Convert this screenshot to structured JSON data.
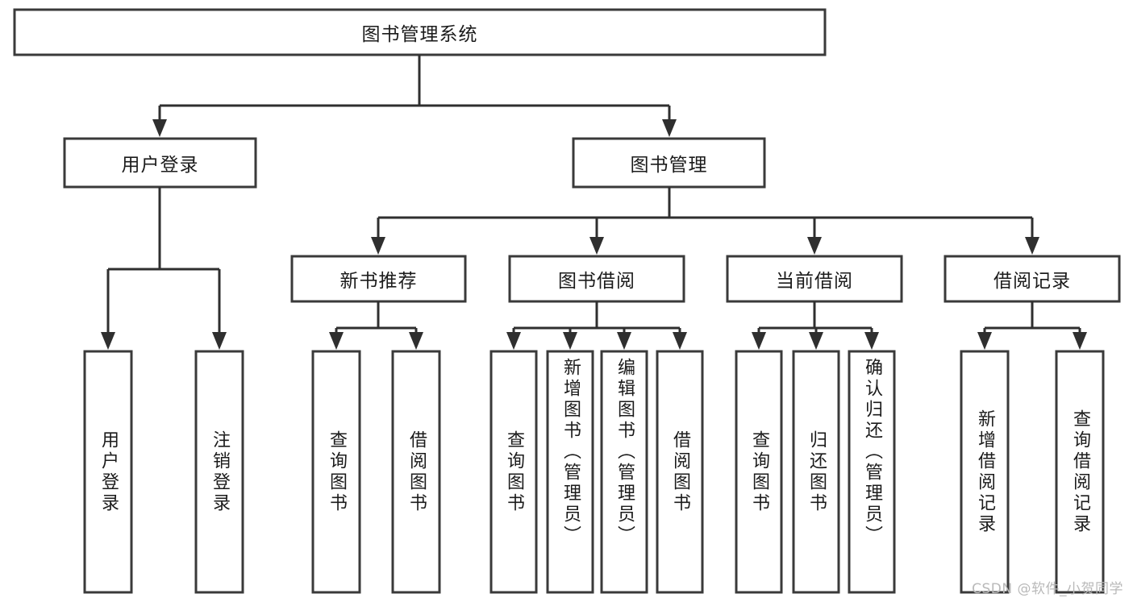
{
  "diagram": {
    "type": "tree-hierarchy",
    "title": "图书管理系统",
    "watermark": "CSDN @软件_小贺同学",
    "colors": {
      "background": "#ffffff",
      "box_stroke": "#3a3a3a",
      "connector": "#2f2f2f",
      "text": "#1b1b1b",
      "watermark": "#b9b9b9"
    },
    "root": {
      "id": "root",
      "label": "图书管理系统",
      "orientation": "horizontal"
    },
    "level2": [
      {
        "id": "user-login",
        "label": "用户登录",
        "orientation": "horizontal"
      },
      {
        "id": "book-manage",
        "label": "图书管理",
        "orientation": "horizontal"
      }
    ],
    "level3": [
      {
        "id": "new-book-recommend",
        "label": "新书推荐",
        "orientation": "horizontal",
        "parent": "book-manage"
      },
      {
        "id": "book-borrow",
        "label": "图书借阅",
        "orientation": "horizontal",
        "parent": "book-manage"
      },
      {
        "id": "current-borrow",
        "label": "当前借阅",
        "orientation": "horizontal",
        "parent": "book-manage"
      },
      {
        "id": "borrow-record",
        "label": "借阅记录",
        "orientation": "horizontal",
        "parent": "book-manage"
      }
    ],
    "leaves": [
      {
        "id": "leaf-user-login",
        "label": "用户登录",
        "orientation": "vertical",
        "parent": "user-login"
      },
      {
        "id": "leaf-user-logout",
        "label": "注销登录",
        "orientation": "vertical",
        "parent": "user-login"
      },
      {
        "id": "leaf-query-book-1",
        "label": "查询图书",
        "orientation": "vertical",
        "parent": "new-book-recommend"
      },
      {
        "id": "leaf-borrow-book-1",
        "label": "借阅图书",
        "orientation": "vertical",
        "parent": "new-book-recommend"
      },
      {
        "id": "leaf-query-book-2",
        "label": "查询图书",
        "orientation": "vertical",
        "parent": "book-borrow"
      },
      {
        "id": "leaf-add-book",
        "label": "新增图书（管理员）",
        "orientation": "vertical",
        "parent": "book-borrow"
      },
      {
        "id": "leaf-edit-book",
        "label": "编辑图书（管理员）",
        "orientation": "vertical",
        "parent": "book-borrow"
      },
      {
        "id": "leaf-borrow-book-2",
        "label": "借阅图书",
        "orientation": "vertical",
        "parent": "book-borrow"
      },
      {
        "id": "leaf-query-book-3",
        "label": "查询图书",
        "orientation": "vertical",
        "parent": "current-borrow"
      },
      {
        "id": "leaf-return-book",
        "label": "归还图书",
        "orientation": "vertical",
        "parent": "current-borrow"
      },
      {
        "id": "leaf-confirm-return",
        "label": "确认归还（管理员）",
        "orientation": "vertical",
        "parent": "current-borrow"
      },
      {
        "id": "leaf-add-record",
        "label": "新增借阅记录",
        "orientation": "vertical",
        "parent": "borrow-record"
      },
      {
        "id": "leaf-query-record",
        "label": "查询借阅记录",
        "orientation": "vertical",
        "parent": "borrow-record"
      }
    ]
  }
}
